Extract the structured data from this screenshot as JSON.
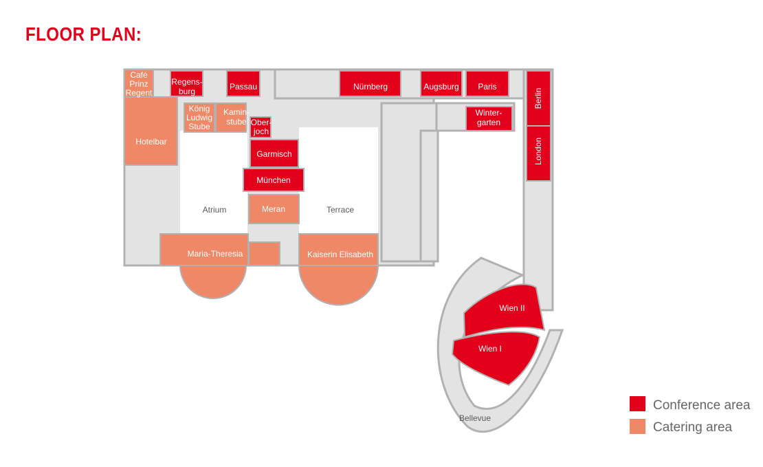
{
  "title": "FLOOR PLAN:",
  "colors": {
    "conference": "#e2001a",
    "catering": "#ee8866",
    "floor": "#e3e3e3",
    "wall": "#b1b1b1",
    "title": "#e2001a"
  },
  "rooms": {
    "cafe_prinz_regent": [
      "Café",
      "Prinz",
      "Regent"
    ],
    "regensburg": [
      "Regens-",
      "burg"
    ],
    "passau": "Passau",
    "nuernberg": "Nürnberg",
    "augsburg": "Augsburg",
    "paris": "Paris",
    "berlin": "Berlin",
    "london": "London",
    "wintergarten": [
      "Winter-",
      "garten"
    ],
    "koenig_ludwig_stube": [
      "König",
      "Ludwig",
      "Stube"
    ],
    "kaminstube": [
      "Kamin-",
      "stube"
    ],
    "oberjoch": [
      "Ober-",
      "joch"
    ],
    "hotelbar": "Hotelbar",
    "garmisch": "Garmisch",
    "muenchen": "München",
    "atrium": "Atrium",
    "meran": "Meran",
    "terrace": "Terrace",
    "maria_theresia": "Maria-Theresia",
    "kaiserin_elisabeth": "Kaiserin Elisabeth",
    "wien_ii": "Wien II",
    "wien_i": "Wien I",
    "bellevue": "Bellevue"
  },
  "legend": [
    {
      "label": "Conference area",
      "color": "#e2001a"
    },
    {
      "label": "Catering area",
      "color": "#ee8866"
    }
  ]
}
